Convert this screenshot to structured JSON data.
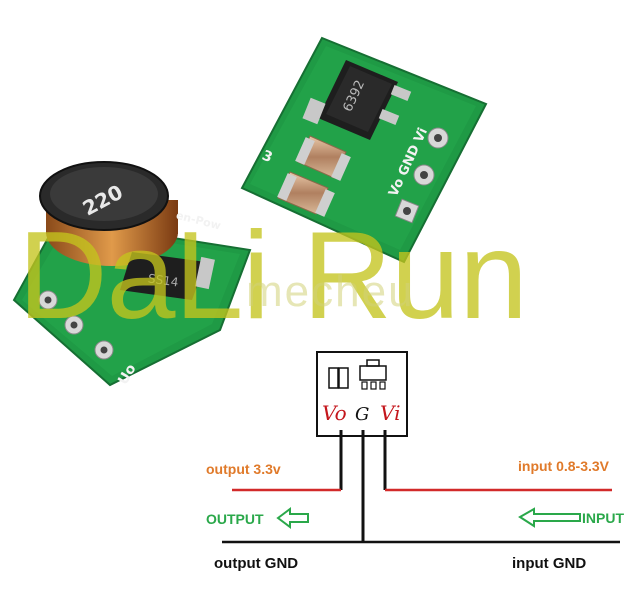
{
  "boards": {
    "left_marks": {
      "inductor": "220",
      "silk_top": "en-Pow",
      "silk_side": "Uo",
      "chip": "SS14"
    },
    "right_marks": {
      "chip": "6392",
      "silk_pins": "Vo GND Vi",
      "silk_num": "3"
    }
  },
  "watermark": {
    "main": "DaLi Run",
    "sub": "mecheu"
  },
  "schematic": {
    "pin_vo": "Vo",
    "pin_g": "G",
    "pin_vi": "Vi",
    "output_voltage": "output 3.3v",
    "input_voltage": "input 0.8-3.3V",
    "output_label": "OUTPUT",
    "input_label": "INPUT",
    "output_gnd": "output GND",
    "input_gnd": "input GND"
  },
  "colors": {
    "pcb_green": "#1f9a45",
    "wire_red": "#d22a2a",
    "label_orange": "#e07a2a",
    "label_green": "#2aa84a",
    "pin_red": "#c4161c"
  }
}
